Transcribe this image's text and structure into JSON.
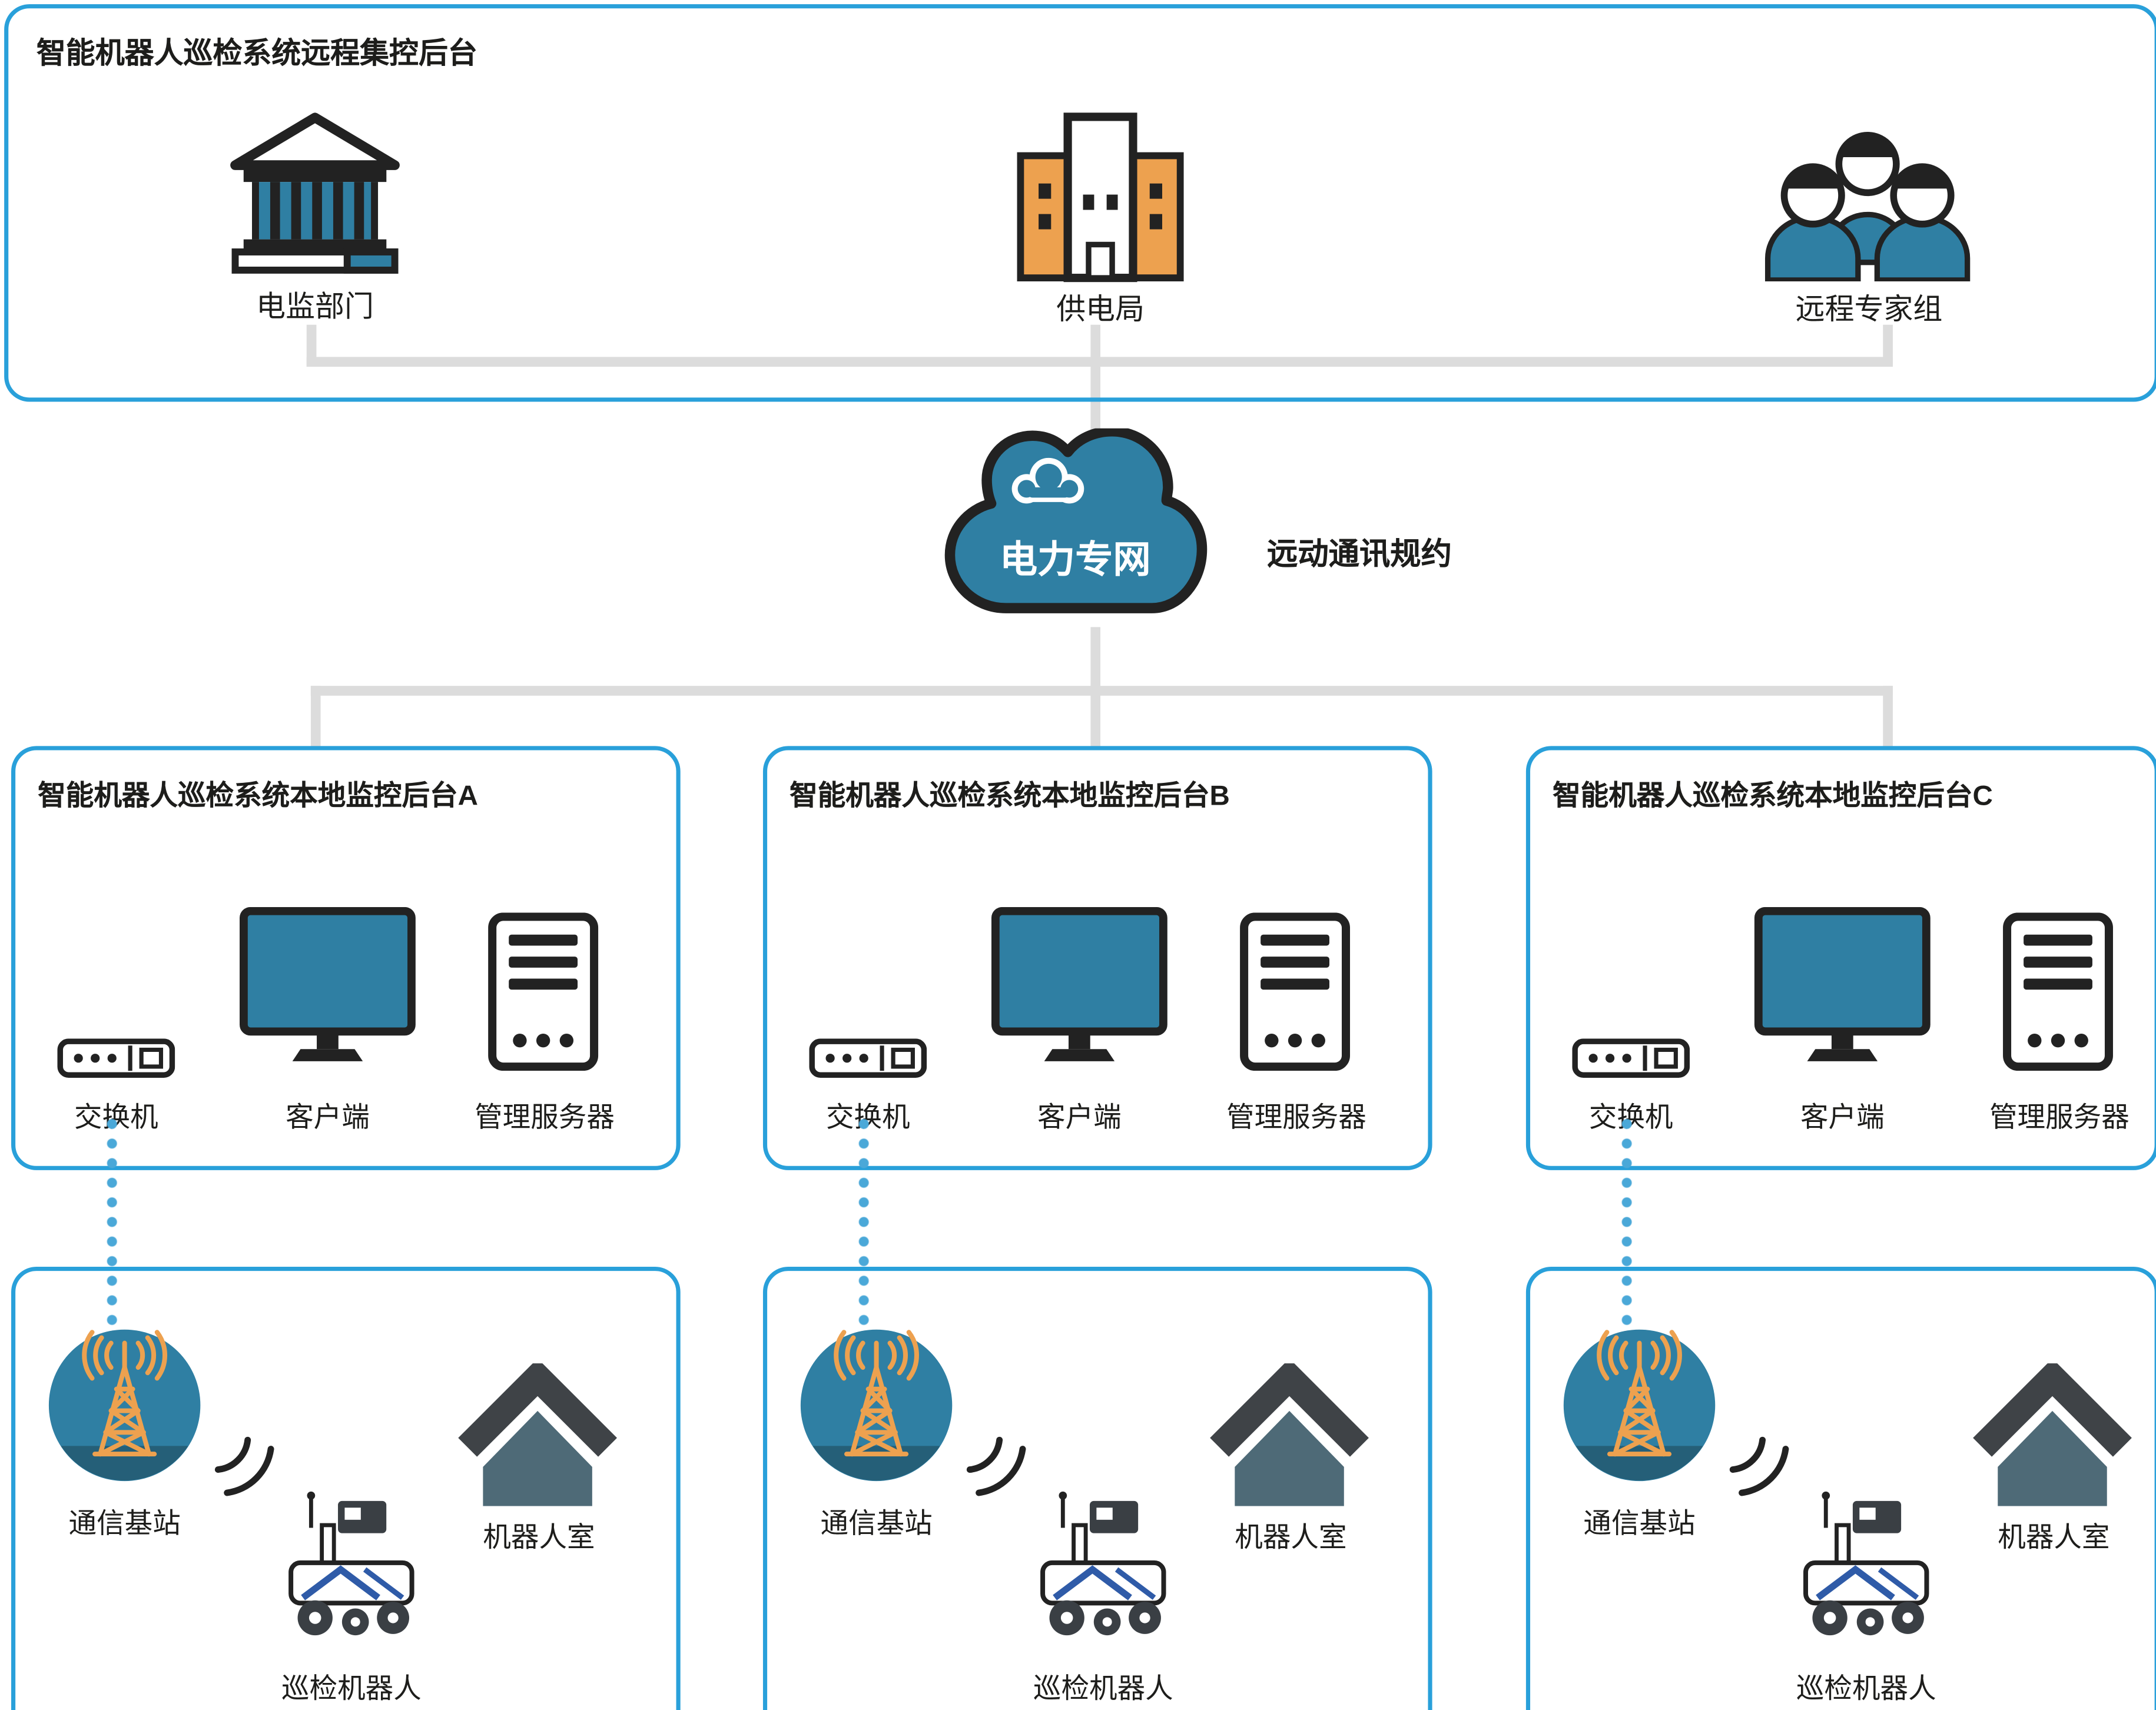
{
  "remote_backend": {
    "title": "智能机器人巡检系统远程集控后台",
    "regulator_label": "电监部门",
    "power_bureau_label": "供电局",
    "experts_label": "远程专家组"
  },
  "network": {
    "cloud_label": "电力专网",
    "protocol_label": "远动通讯规约"
  },
  "local_backends": [
    {
      "title": "智能机器人巡检系统本地监控后台A",
      "switch_label": "交换机",
      "client_label": "客户端",
      "server_label": "管理服务器"
    },
    {
      "title": "智能机器人巡检系统本地监控后台B",
      "switch_label": "交换机",
      "client_label": "客户端",
      "server_label": "管理服务器"
    },
    {
      "title": "智能机器人巡检系统本地监控后台C",
      "switch_label": "交换机",
      "client_label": "客户端",
      "server_label": "管理服务器"
    }
  ],
  "field_sites": [
    {
      "base_station_label": "通信基站",
      "robot_label": "巡检机器人",
      "room_label": "机器人室"
    },
    {
      "base_station_label": "通信基站",
      "robot_label": "巡检机器人",
      "room_label": "机器人室"
    },
    {
      "base_station_label": "通信基站",
      "robot_label": "巡检机器人",
      "room_label": "机器人室"
    }
  ],
  "colors": {
    "box_border": "#29a0da",
    "teal": "#2f7fa3",
    "teal_dark": "#255f78",
    "orange": "#eda14f",
    "connector_gray": "#dcdcdc",
    "dot_blue": "#4aa8d8",
    "outline_dark": "#222222",
    "roof_gray": "#3f4347",
    "house_body": "#4e6a77",
    "robot_blue": "#2f5ba8"
  }
}
